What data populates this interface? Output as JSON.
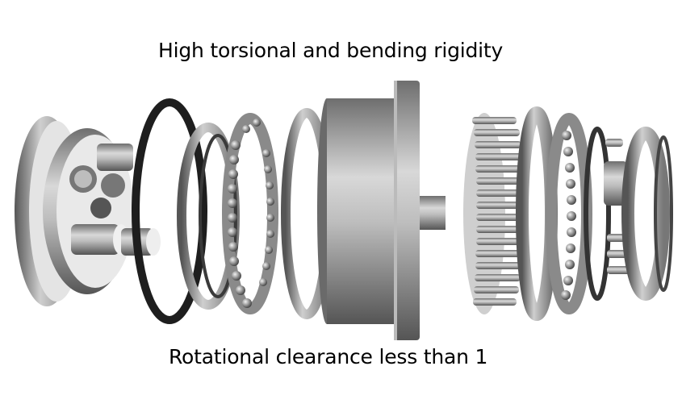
{
  "captions": {
    "top": "High torsional and bending rigidity",
    "bottom": "Rotational clearance less than 1"
  },
  "components": [
    {
      "name": "end-flange-carrier"
    },
    {
      "name": "seal-ring"
    },
    {
      "name": "bearing-race-left"
    },
    {
      "name": "ball-bearing-cage-left"
    },
    {
      "name": "thin-ring"
    },
    {
      "name": "main-housing-with-shaft"
    },
    {
      "name": "pin-gear-ring"
    },
    {
      "name": "outer-ring-right"
    },
    {
      "name": "ball-bearing-cage-right"
    },
    {
      "name": "cycloid-disc-assembly"
    },
    {
      "name": "end-flange-right"
    }
  ],
  "colors": {
    "metal_light": "#d9d9d9",
    "metal_mid": "#a6a6a6",
    "metal_dark": "#5a5a5a",
    "seal": "#222222",
    "background": "#ffffff"
  }
}
